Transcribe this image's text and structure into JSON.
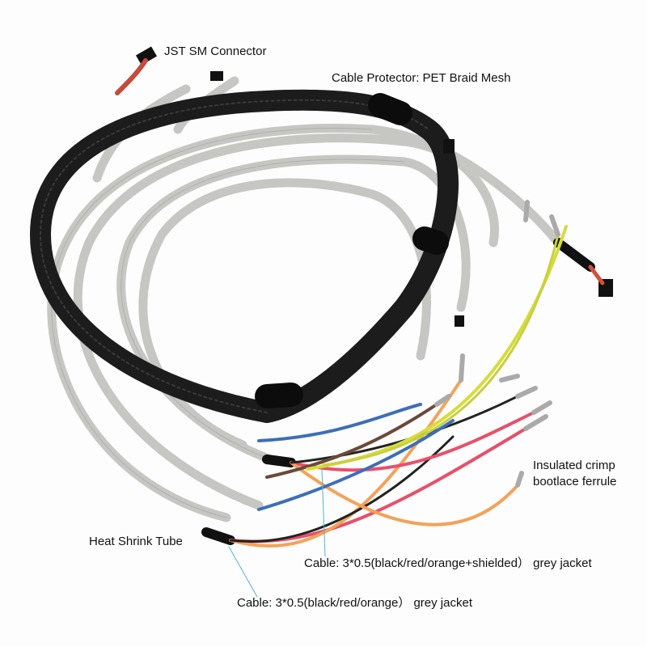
{
  "annotations": {
    "jst_connector": "JST SM Connector",
    "cable_protector": "Cable Protector: PET Braid Mesh",
    "ferrule_line1": "Insulated crimp",
    "ferrule_line2": "bootlace ferrule",
    "heat_shrink": "Heat Shrink Tube",
    "cable_shielded": "Cable: 3*0.5(black/red/orange+shielded） grey jacket",
    "cable_plain": "Cable: 3*0.5(black/red/orange） grey jacket"
  },
  "colors": {
    "grey_jacket": "#c9c9c6",
    "braid": "#1c1c1c",
    "leader_line": "#4fb6d8",
    "red": "#e8506a",
    "orange": "#f2a35a",
    "yellow": "#d6dc3c",
    "blue": "#3d6fb8",
    "brown": "#6b4a3a"
  }
}
